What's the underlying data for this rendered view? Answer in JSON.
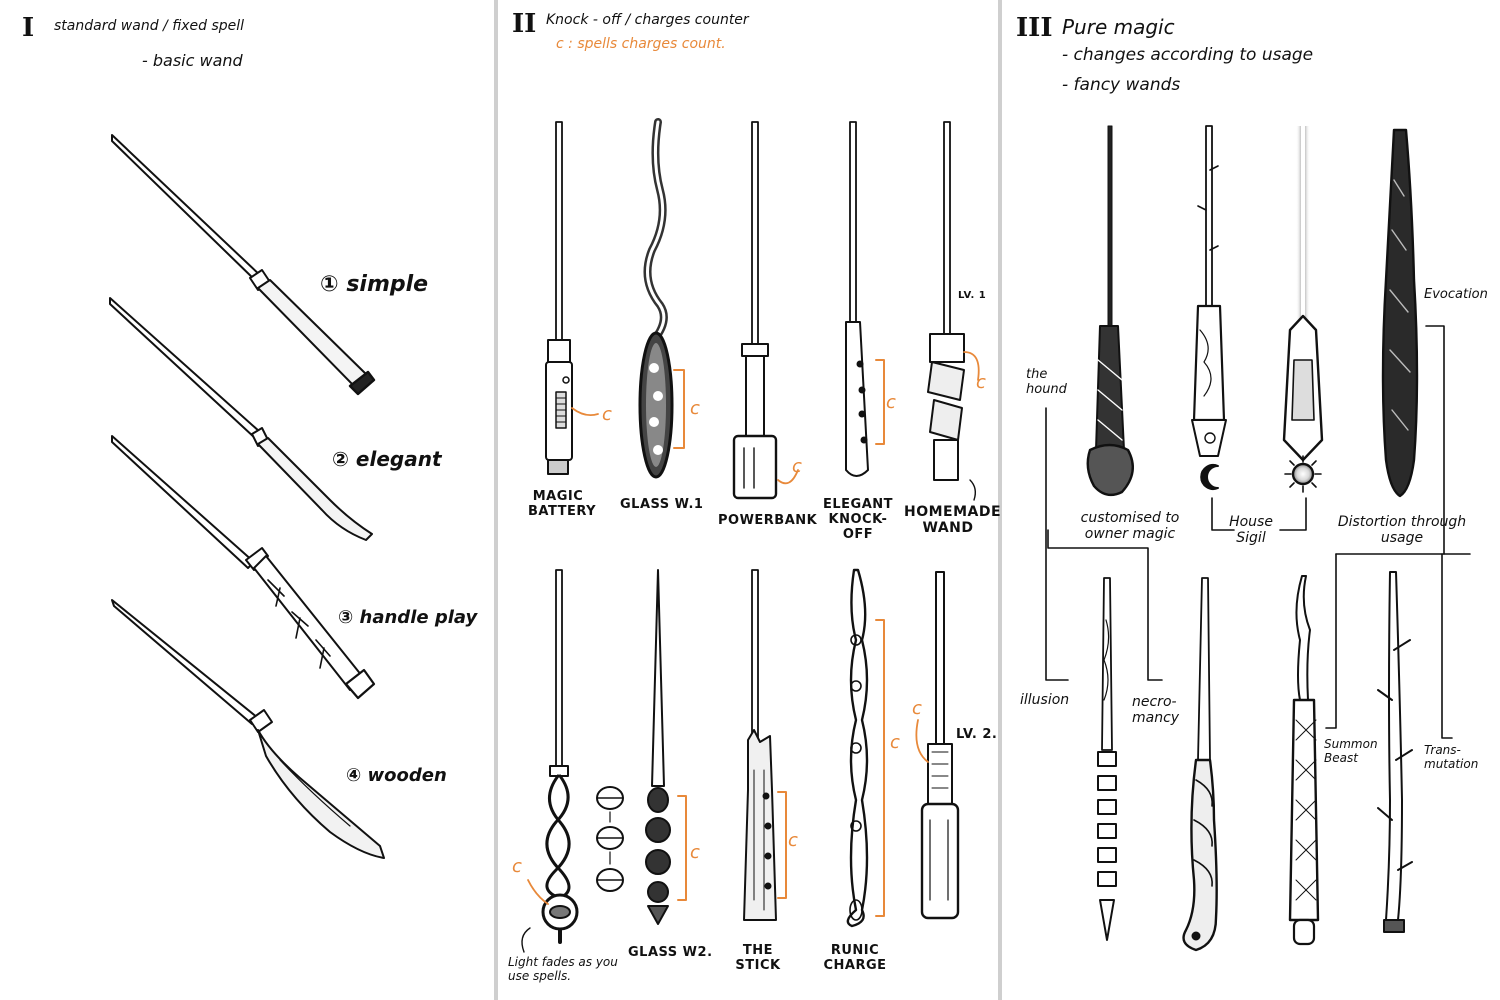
{
  "colors": {
    "accent": "#e8893a",
    "ink": "#111111",
    "divider": "#cfcfcf"
  },
  "section1": {
    "numeral": "I",
    "heading": "standard wand / fixed spell",
    "subheading": "- basic wand",
    "items": [
      {
        "number": "①",
        "label": "simple"
      },
      {
        "number": "②",
        "label": "elegant"
      },
      {
        "number": "③",
        "label": "handle play"
      },
      {
        "number": "④",
        "label": "wooden"
      }
    ]
  },
  "section2": {
    "numeral": "II",
    "heading": "Knock - off / charges counter",
    "subheading": "c : spells charges count.",
    "charge_mark": "c",
    "row1": [
      "MAGIC BATTERY",
      "GLASS W.1",
      "POWERBANK",
      "ELEGANT KNOCK-OFF",
      "HOMEMADE WAND"
    ],
    "row2": [
      "GLASS W2.",
      "THE STICK",
      "RUNIC CHARGE"
    ],
    "lv1": "LV. 1",
    "lv2": "LV. 2.",
    "light_note": "Light fades as you use spells."
  },
  "section3": {
    "numeral": "III",
    "heading": "Pure magic",
    "lines": [
      "- changes according to usage",
      "- fancy wands"
    ],
    "labels": {
      "hound": "the hound",
      "evocation": "Evocation",
      "customised": "customised to owner magic",
      "house_sigil": "House Sigil",
      "distortion": "Distortion through usage",
      "illusion": "illusion",
      "necromancy": "necro- mancy",
      "summon": "Summon Beast",
      "trans": "Trans- mutation"
    }
  }
}
